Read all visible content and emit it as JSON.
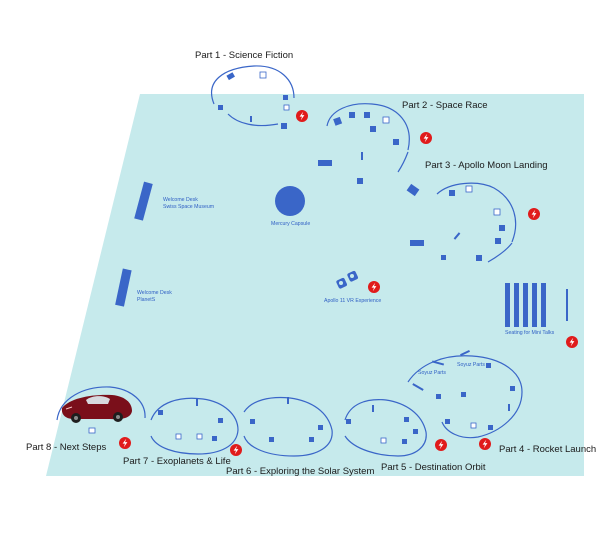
{
  "colors": {
    "floor": "#c6eaec",
    "exhibit": "#3a66c8",
    "power": "#e01b1b",
    "car_body": "#7a0f1a"
  },
  "zones": [
    {
      "id": "part1",
      "label": "Part 1 - Science Fiction"
    },
    {
      "id": "part2",
      "label": "Part 2 - Space Race"
    },
    {
      "id": "part3",
      "label": "Part 3 - Apollo Moon Landing"
    },
    {
      "id": "part4",
      "label": "Part 4 - Rocket Launch"
    },
    {
      "id": "part5",
      "label": "Part 5 - Destination Orbit"
    },
    {
      "id": "part6",
      "label": "Part 6 - Exploring the Solar System"
    },
    {
      "id": "part7",
      "label": "Part 7 - Exoplanets & Life"
    },
    {
      "id": "part8",
      "label": "Part 8 - Next Steps"
    }
  ],
  "features": {
    "welcome_desk_1": {
      "line1": "Welcome Desk",
      "line2": "Swiss Space Museum"
    },
    "welcome_desk_2": {
      "line1": "Welcome Desk",
      "line2": "PlanetS"
    },
    "mercury_capsule": "Mercury Capsule",
    "vr_experience": "Apollo 11 VR Experience",
    "seating": "Seating for Mini Talks",
    "soyuz_parts_left": "Soyuz Parts",
    "soyuz_parts_right": "Soyuz Parts"
  },
  "icons": {
    "power": "power-outlet-icon",
    "car": "roadster-car-icon",
    "vr": "vr-headset-icon"
  }
}
